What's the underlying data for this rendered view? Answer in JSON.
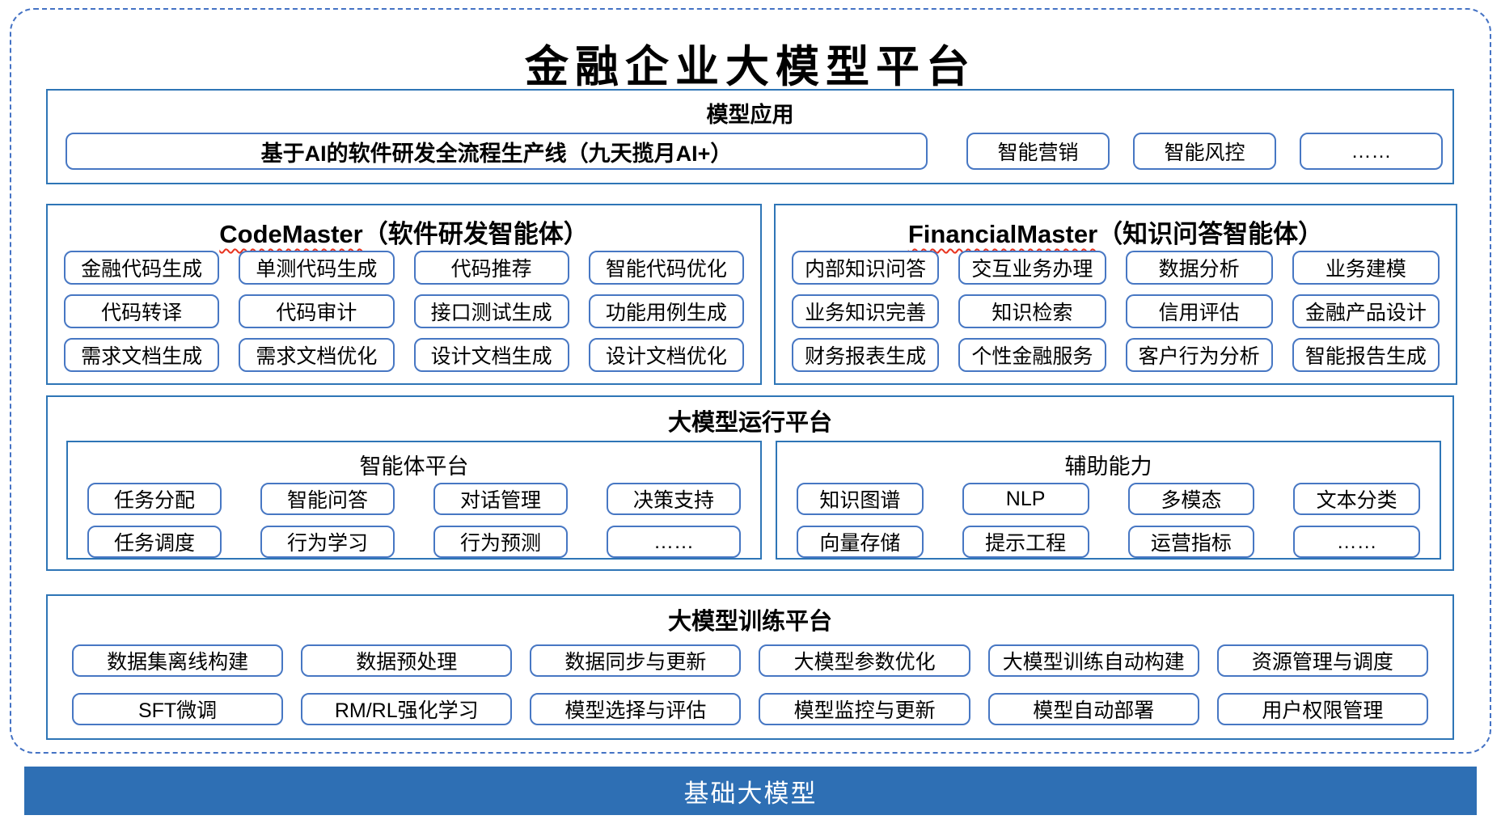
{
  "title": "金融企业大模型平台",
  "colors": {
    "dashed_border": "#4472c4",
    "section_border": "#2e75b6",
    "chip_border": "#4777c3",
    "wavy_underline": "#e8321e",
    "foundation_bar": "#2e6fb4"
  },
  "model_app": {
    "title": "模型应用",
    "pipeline": "基于AI的软件研发全流程生产线（九天揽月AI+）",
    "items": [
      "智能营销",
      "智能风控",
      "……"
    ]
  },
  "code_master": {
    "name": "CodeMaster",
    "subtitle": "（软件研发智能体）",
    "items": [
      "金融代码生成",
      "单测代码生成",
      "代码推荐",
      "智能代码优化",
      "代码转译",
      "代码审计",
      "接口测试生成",
      "功能用例生成",
      "需求文档生成",
      "需求文档优化",
      "设计文档生成",
      "设计文档优化"
    ]
  },
  "financial_master": {
    "name": "FinancialMaster",
    "subtitle": "（知识问答智能体）",
    "items": [
      "内部知识问答",
      "交互业务办理",
      "数据分析",
      "业务建模",
      "业务知识完善",
      "知识检索",
      "信用评估",
      "金融产品设计",
      "财务报表生成",
      "个性金融服务",
      "客户行为分析",
      "智能报告生成"
    ]
  },
  "runtime": {
    "title": "大模型运行平台",
    "agent_platform": {
      "title": "智能体平台",
      "items": [
        "任务分配",
        "智能问答",
        "对话管理",
        "决策支持",
        "任务调度",
        "行为学习",
        "行为预测",
        "……"
      ]
    },
    "aux_ability": {
      "title": "辅助能力",
      "items": [
        "知识图谱",
        "NLP",
        "多模态",
        "文本分类",
        "向量存储",
        "提示工程",
        "运营指标",
        "……"
      ]
    }
  },
  "training": {
    "title": "大模型训练平台",
    "items": [
      "数据集离线构建",
      "数据预处理",
      "数据同步与更新",
      "大模型参数优化",
      "大模型训练自动构建",
      "资源管理与调度",
      "SFT微调",
      "RM/RL强化学习",
      "模型选择与评估",
      "模型监控与更新",
      "模型自动部署",
      "用户权限管理"
    ]
  },
  "foundation": {
    "title": "基础大模型"
  }
}
